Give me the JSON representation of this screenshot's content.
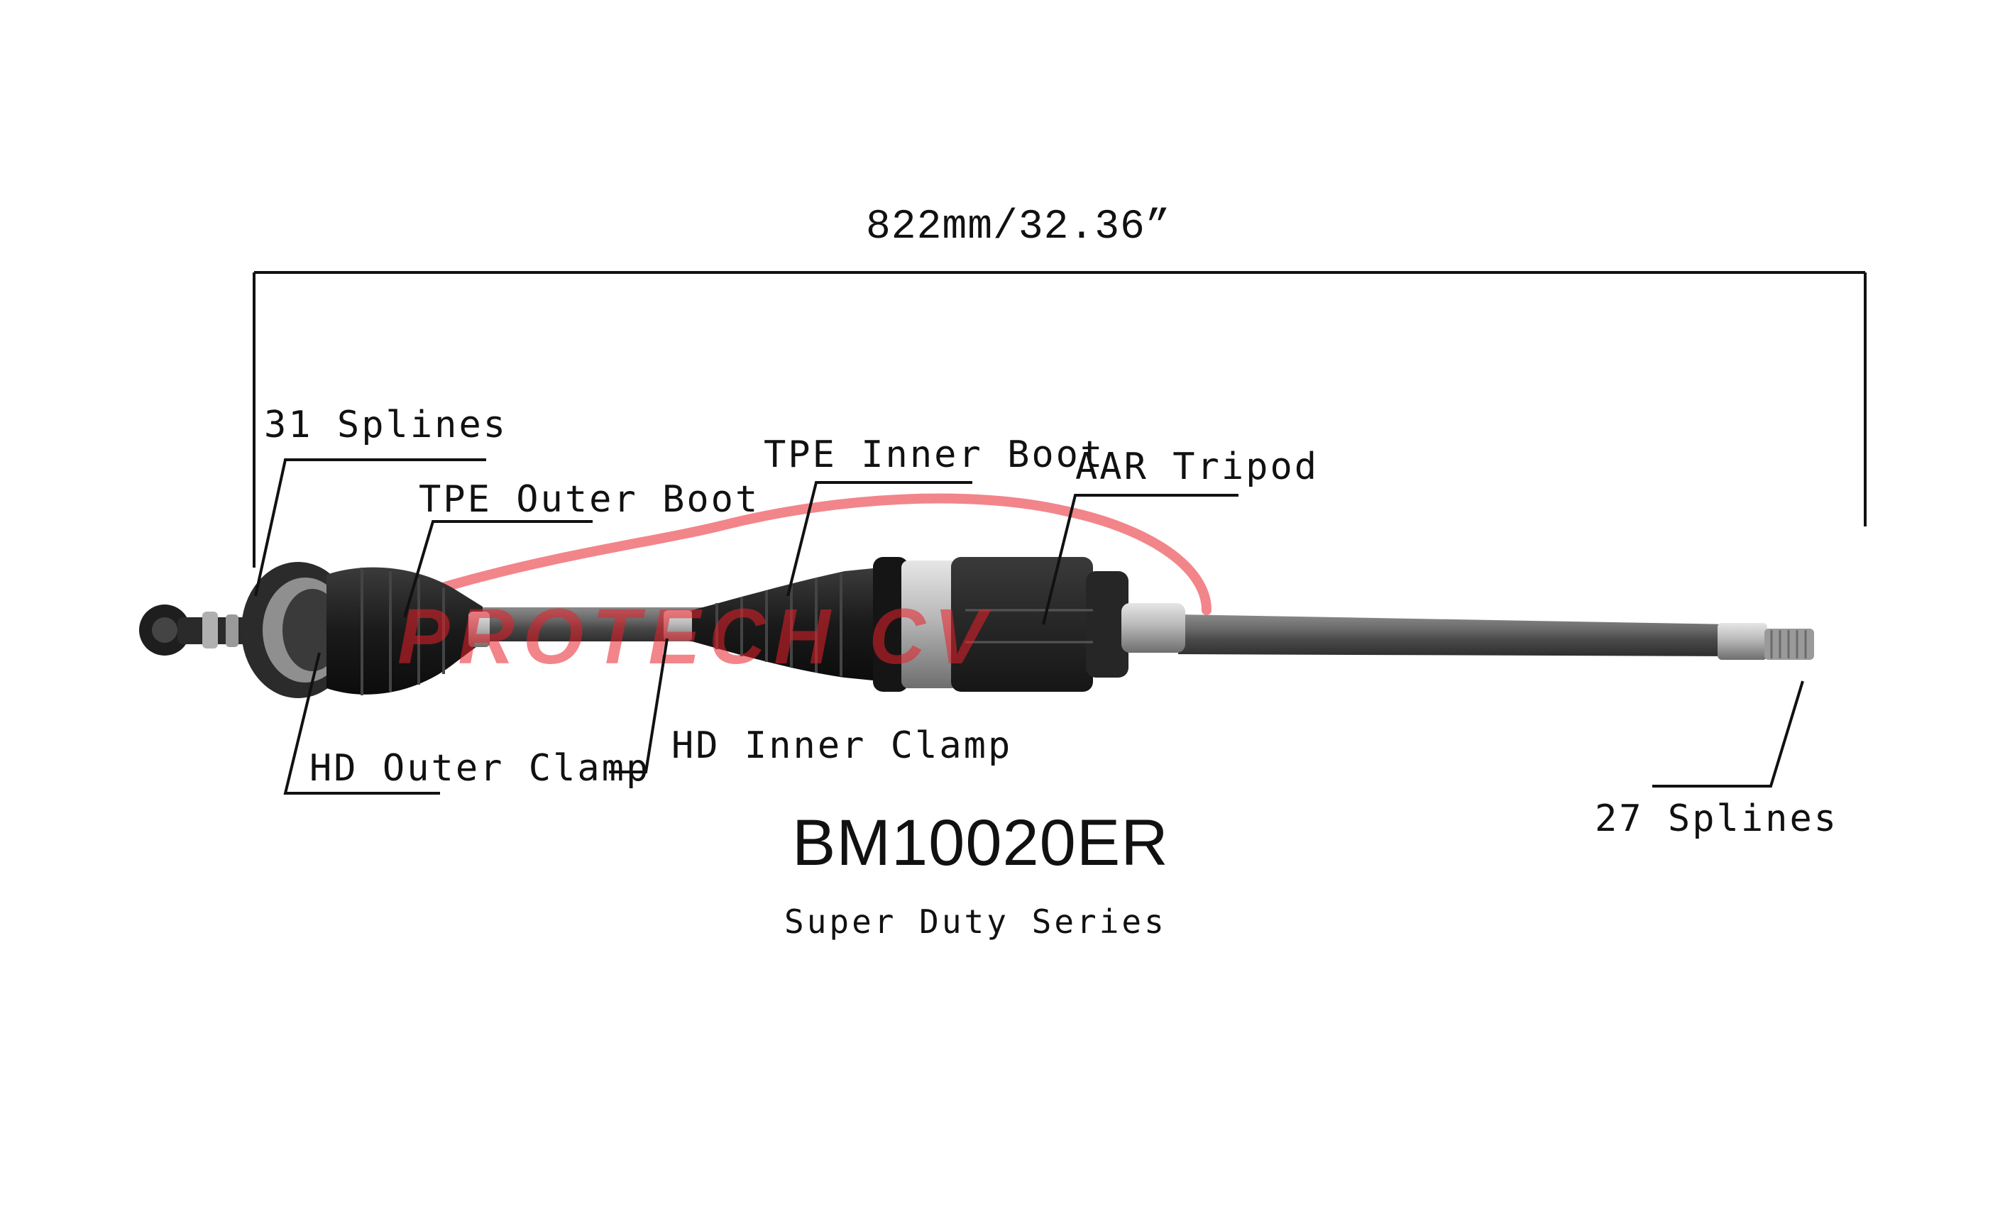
{
  "dimension": {
    "overall_length": "822mm/32.36”"
  },
  "callouts": {
    "outer_splines": "31 Splines",
    "outer_boot": "TPE Outer Boot",
    "inner_boot": "TPE Inner Boot",
    "tripod": "AAR Tripod",
    "outer_clamp": "HD Outer Clamp",
    "inner_clamp": "HD Inner Clamp",
    "inner_splines": "27 Splines"
  },
  "product": {
    "part_number": "BM10020ER",
    "series": "Super Duty Series"
  },
  "watermark": {
    "text": "PROTECH CV",
    "color": "#e8202a"
  },
  "colors": {
    "leader_line": "#111111",
    "boot": "#1c1c1c",
    "shaft": "#5a5a5a"
  }
}
